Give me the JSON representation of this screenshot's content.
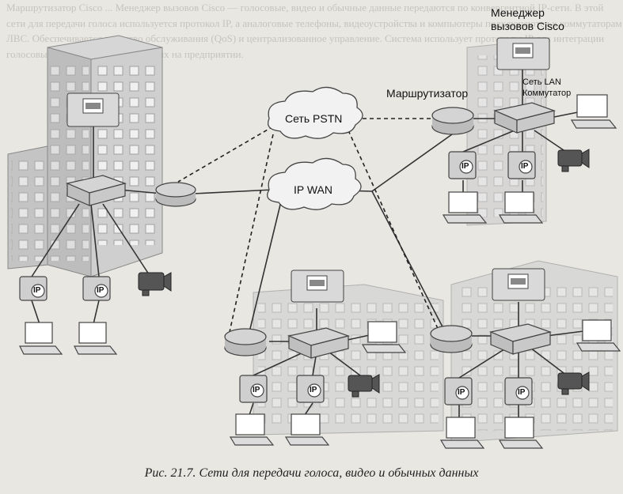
{
  "background_text": "Маршрутизатор Cisco ... Менеджер вызовов Cisco — голосовые, видео и обычные данные передаются по конвергентной IP-сети. В этой сети для передачи голоса используется протокол IP, а аналоговые телефоны, видеоустройства и компьютеры подключаются к коммутаторам ЛВС. Обеспечивается качество обслуживания (QoS) и централизованное управление. Система использует протоколы IP для интеграции голосовых, видео и обычных данных на предприятии.",
  "labels": {
    "call_manager": "Менеджер\nвызовов Cisco",
    "lan": "Сеть LAN",
    "switch": "Коммутатор",
    "router": "Маршрутизатор",
    "pstn": "Сеть PSTN",
    "ipwan": "IP WAN",
    "ip": "IP"
  },
  "caption": "Рис. 21.7. Сети для передачи голоса, видео и обычных данных",
  "colors": {
    "building": "#c7c7c7",
    "device": "#d9d9d9",
    "line": "#333333"
  }
}
